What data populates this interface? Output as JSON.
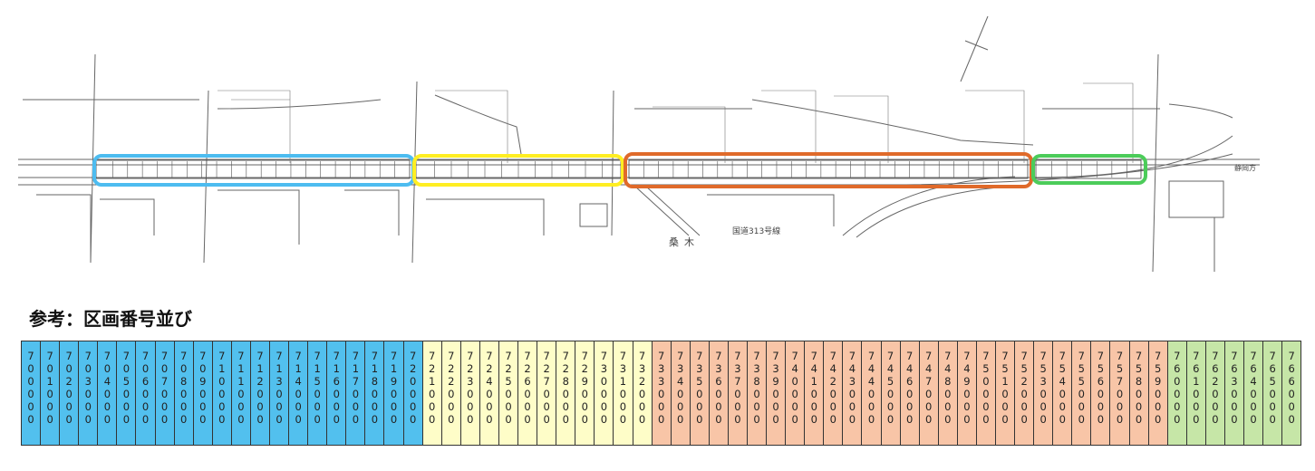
{
  "reference": {
    "title": "参考：区画番号並び"
  },
  "groups": [
    {
      "name": "blue",
      "color": "#4dbcf0",
      "fill": "#52c0ee"
    },
    {
      "name": "yellow",
      "color": "#ffee22",
      "fill": "#fefdc8"
    },
    {
      "name": "orange",
      "color": "#e06a2a",
      "fill": "#f8c5a7"
    },
    {
      "name": "green",
      "color": "#4ccc5a",
      "fill": "#c6e6a7"
    }
  ],
  "lots": [
    {
      "code": "700000",
      "group": 0
    },
    {
      "code": "701000",
      "group": 0
    },
    {
      "code": "702000",
      "group": 0
    },
    {
      "code": "703000",
      "group": 0
    },
    {
      "code": "704000",
      "group": 0
    },
    {
      "code": "705000",
      "group": 0
    },
    {
      "code": "706000",
      "group": 0
    },
    {
      "code": "707000",
      "group": 0
    },
    {
      "code": "708000",
      "group": 0
    },
    {
      "code": "709000",
      "group": 0
    },
    {
      "code": "710000",
      "group": 0
    },
    {
      "code": "711000",
      "group": 0
    },
    {
      "code": "712000",
      "group": 0
    },
    {
      "code": "713000",
      "group": 0
    },
    {
      "code": "714000",
      "group": 0
    },
    {
      "code": "715000",
      "group": 0
    },
    {
      "code": "716000",
      "group": 0
    },
    {
      "code": "717000",
      "group": 0
    },
    {
      "code": "718000",
      "group": 0
    },
    {
      "code": "719000",
      "group": 0
    },
    {
      "code": "720000",
      "group": 0
    },
    {
      "code": "721000",
      "group": 1
    },
    {
      "code": "722000",
      "group": 1
    },
    {
      "code": "723000",
      "group": 1
    },
    {
      "code": "724000",
      "group": 1
    },
    {
      "code": "725000",
      "group": 1
    },
    {
      "code": "726000",
      "group": 1
    },
    {
      "code": "727000",
      "group": 1
    },
    {
      "code": "728000",
      "group": 1
    },
    {
      "code": "729000",
      "group": 1
    },
    {
      "code": "730000",
      "group": 1
    },
    {
      "code": "731000",
      "group": 1
    },
    {
      "code": "732000",
      "group": 1
    },
    {
      "code": "733000",
      "group": 2
    },
    {
      "code": "734000",
      "group": 2
    },
    {
      "code": "735000",
      "group": 2
    },
    {
      "code": "736000",
      "group": 2
    },
    {
      "code": "737000",
      "group": 2
    },
    {
      "code": "738000",
      "group": 2
    },
    {
      "code": "739000",
      "group": 2
    },
    {
      "code": "740000",
      "group": 2
    },
    {
      "code": "741000",
      "group": 2
    },
    {
      "code": "742000",
      "group": 2
    },
    {
      "code": "743000",
      "group": 2
    },
    {
      "code": "744000",
      "group": 2
    },
    {
      "code": "745000",
      "group": 2
    },
    {
      "code": "746000",
      "group": 2
    },
    {
      "code": "747000",
      "group": 2
    },
    {
      "code": "748000",
      "group": 2
    },
    {
      "code": "749000",
      "group": 2
    },
    {
      "code": "750000",
      "group": 2
    },
    {
      "code": "751000",
      "group": 2
    },
    {
      "code": "752000",
      "group": 2
    },
    {
      "code": "753000",
      "group": 2
    },
    {
      "code": "754000",
      "group": 2
    },
    {
      "code": "755000",
      "group": 2
    },
    {
      "code": "756000",
      "group": 2
    },
    {
      "code": "757000",
      "group": 2
    },
    {
      "code": "758000",
      "group": 2
    },
    {
      "code": "759000",
      "group": 2
    },
    {
      "code": "760000",
      "group": 3
    },
    {
      "code": "761000",
      "group": 3
    },
    {
      "code": "762000",
      "group": 3
    },
    {
      "code": "763000",
      "group": 3
    },
    {
      "code": "764000",
      "group": 3
    },
    {
      "code": "765000",
      "group": 3
    },
    {
      "code": "766000",
      "group": 3
    }
  ],
  "map": {
    "labels": [
      "国道313号線",
      "桑",
      "木",
      "静岡方"
    ]
  }
}
